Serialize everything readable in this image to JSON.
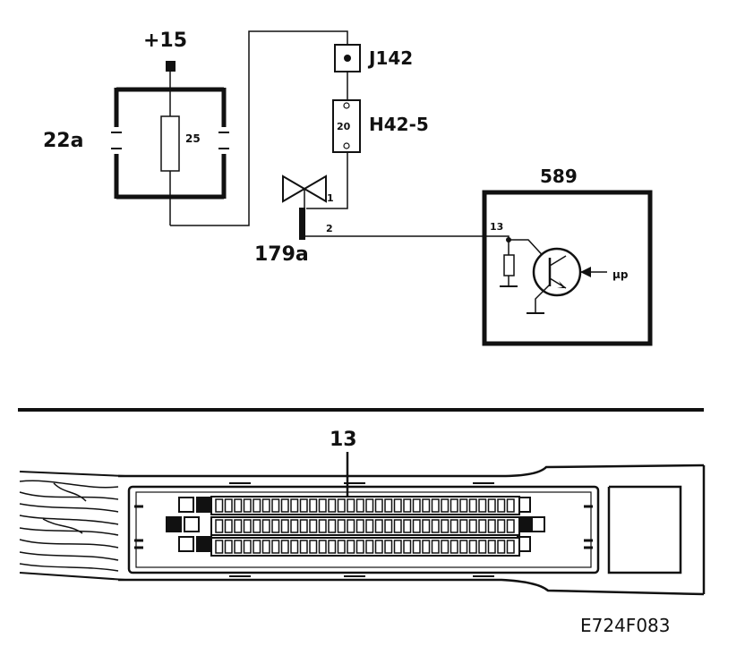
{
  "labels": {
    "supply": "+15",
    "relay_box": "22a",
    "fuse_value": "25",
    "connector_j": "J142",
    "fuse_h": "H42-5",
    "fuse_h_value": "20",
    "valve": "179a",
    "valve_pin": "1",
    "wire_pin": "2",
    "ecu": "589",
    "ecu_pin": "13",
    "mu_p": "µp",
    "pin_callout": "13",
    "figure_code": "E724F083"
  },
  "connector": {
    "rows": 3,
    "pins_per_row": 32
  },
  "colors": {
    "line": "#111111",
    "background": "#ffffff"
  }
}
